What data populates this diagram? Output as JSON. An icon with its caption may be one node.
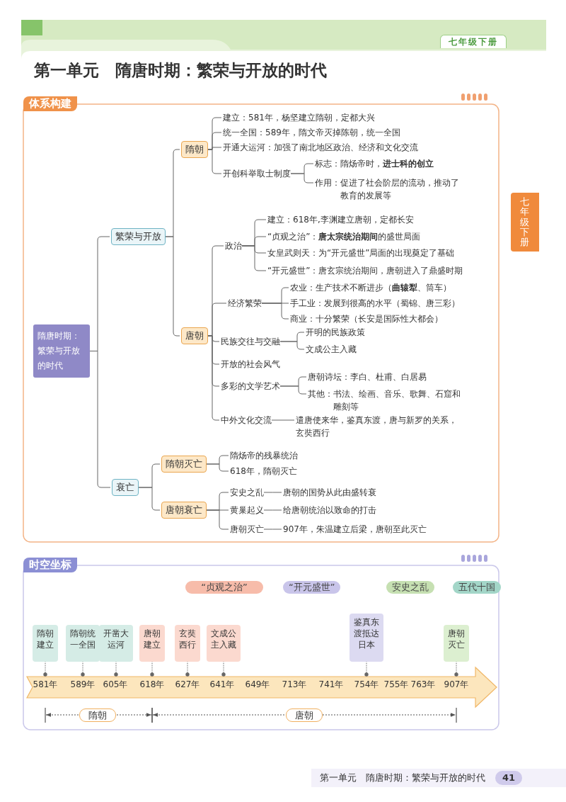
{
  "diagram": {
    "title": "第一单元　隋唐时期：繁荣与开放的时代",
    "nodes": [
      {
        "text": [
          "隋唐时期：繁荣与开放的时代"
        ]
      },
      {
        "text": [
          "繁荣与开放"
        ]
      },
      {
        "text": [
          "衰亡"
        ]
      },
      {
        "text": [
          "隋朝"
        ]
      },
      {
        "text": [
          "唐朝"
        ]
      },
      {
        "text": [
          "建立：581年，杨坚建立隋朝，定都大兴"
        ]
      },
      {
        "text": [
          "统一全国：589年，隋文帝灭掉陈朝，统一全国"
        ]
      },
      {
        "text": [
          "开通大运河：加强了南北地区政治、经济和文化交流"
        ]
      },
      {
        "text": [
          "开创科举取士制度"
        ]
      },
      {
        "text": [
          "标志：隋炀帝时，**进士科的创立**"
        ]
      },
      {
        "text": [
          "作用：促进了社会阶层的流动，推动了教育的发展等"
        ]
      },
      {
        "text": [
          "政治"
        ]
      },
      {
        "text": [
          "建立：618年,李渊建立唐朝，定都长安"
        ]
      },
      {
        "text": [
          "“贞观之治”：**唐太宗统治期间**的盛世局面"
        ]
      },
      {
        "text": [
          "女皇武则天：为“开元盛世”局面的出现奠定了基础"
        ]
      },
      {
        "text": [
          "“开元盛世”：唐玄宗统治期间，唐朝进入了鼎盛时期"
        ]
      },
      {
        "text": [
          "经济繁荣"
        ]
      },
      {
        "text": [
          "农业：生产技术不断进步（**曲辕犁**、筒车）"
        ]
      },
      {
        "text": [
          "手工业：发展到很高的水平（蜀锦、唐三彩）"
        ]
      },
      {
        "text": [
          "商业：十分繁荣（长安是国际性大都会）"
        ]
      },
      {
        "text": [
          "民族交往与交融"
        ]
      },
      {
        "text": [
          "开明的民族政策"
        ]
      },
      {
        "text": [
          "文成公主入藏"
        ]
      },
      {
        "text": [
          "开放的社会风气"
        ]
      },
      {
        "text": [
          "多彩的文学艺术"
        ]
      },
      {
        "text": [
          "唐朝诗坛：李白、杜甫、白居易"
        ]
      },
      {
        "text": [
          "其他：书法、绘画、音乐、歌舞、石窟和雕刻等"
        ]
      },
      {
        "text": [
          "中外文化交流"
        ]
      },
      {
        "text": [
          "遣唐使来华，鉴真东渡，唐与新罗的关系，玄奘西行"
        ]
      },
      {
        "text": [
          "隋朝灭亡"
        ]
      },
      {
        "text": [
          "唐朝衰亡"
        ]
      },
      {
        "text": [
          "隋炀帝的残暴统治"
        ]
      },
      {
        "text": [
          "618年，隋朝灭亡"
        ]
      },
      {
        "text": [
          "安史之乱"
        ]
      },
      {
        "text": [
          "唐朝的国势从此由盛转衰"
        ]
      },
      {
        "text": [
          "黄巢起义"
        ]
      },
      {
        "text": [
          "给唐朝统治以致命的打击"
        ]
      },
      {
        "text": [
          "唐朝灭亡"
        ]
      },
      {
        "text": [
          "907年，朱温建立后梁，唐朝至此灭亡"
        ]
      },
      {
        "text": [
          "隋朝建立"
        ]
      },
      {
        "text": [
          "隋朝统一全国"
        ]
      },
      {
        "text": [
          "开凿大运河"
        ]
      },
      {
        "text": [
          "唐朝建立"
        ]
      },
      {
        "text": [
          "玄奘西行"
        ]
      },
      {
        "text": [
          "文成公主入藏"
        ]
      },
      {
        "text": [
          "鉴真东渡抵达日本"
        ]
      },
      {
        "text": [
          "唐朝灭亡"
        ]
      },
      {
        "text": [
          "“贞观之治”"
        ]
      },
      {
        "text": [
          "“开元盛世”"
        ]
      },
      {
        "text": [
          "安史之乱"
        ]
      },
      {
        "text": [
          "五代十国"
        ]
      },
      {
        "text": [
          "隋朝"
        ]
      },
      {
        "text": [
          "唐朝"
        ]
      },
      {
        "text": [
          "581年"
        ]
      },
      {
        "text": [
          "589年"
        ]
      },
      {
        "text": [
          "605年"
        ]
      },
      {
        "text": [
          "618年"
        ]
      },
      {
        "text": [
          "627年"
        ]
      },
      {
        "text": [
          "641年"
        ]
      },
      {
        "text": [
          "649年"
        ]
      },
      {
        "text": [
          "713年"
        ]
      },
      {
        "text": [
          "741年"
        ]
      },
      {
        "text": [
          "754年"
        ]
      },
      {
        "text": [
          "755年"
        ]
      },
      {
        "text": [
          "763年"
        ]
      },
      {
        "text": [
          "907年"
        ]
      }
    ],
    "edges": [
      {
        "from": 0,
        "to": 1,
        "arrow": "none"
      },
      {
        "from": 0,
        "to": 2,
        "arrow": "none"
      },
      {
        "from": 1,
        "to": 3,
        "arrow": "none"
      },
      {
        "from": 1,
        "to": 4,
        "arrow": "none"
      },
      {
        "from": 3,
        "to": 5,
        "arrow": "none"
      },
      {
        "from": 3,
        "to": 6,
        "arrow": "none"
      },
      {
        "from": 3,
        "to": 7,
        "arrow": "none"
      },
      {
        "from": 3,
        "to": 8,
        "arrow": "none"
      },
      {
        "from": 8,
        "to": 9,
        "arrow": "none"
      },
      {
        "from": 8,
        "to": 10,
        "arrow": "none"
      },
      {
        "from": 4,
        "to": 11,
        "arrow": "none"
      },
      {
        "from": 4,
        "to": 16,
        "arrow": "none"
      },
      {
        "from": 4,
        "to": 20,
        "arrow": "none"
      },
      {
        "from": 4,
        "to": 23,
        "arrow": "none"
      },
      {
        "from": 4,
        "to": 24,
        "arrow": "none"
      },
      {
        "from": 4,
        "to": 27,
        "arrow": "none"
      },
      {
        "from": 11,
        "to": 12,
        "arrow": "none"
      },
      {
        "from": 11,
        "to": 13,
        "arrow": "none"
      },
      {
        "from": 11,
        "to": 14,
        "arrow": "none"
      },
      {
        "from": 11,
        "to": 15,
        "arrow": "none"
      },
      {
        "from": 16,
        "to": 17,
        "arrow": "none"
      },
      {
        "from": 16,
        "to": 18,
        "arrow": "none"
      },
      {
        "from": 16,
        "to": 19,
        "arrow": "none"
      },
      {
        "from": 20,
        "to": 21,
        "arrow": "none"
      },
      {
        "from": 20,
        "to": 22,
        "arrow": "none"
      },
      {
        "from": 24,
        "to": 25,
        "arrow": "none"
      },
      {
        "from": 24,
        "to": 26,
        "arrow": "none"
      },
      {
        "from": 27,
        "to": 28,
        "arrow": "none"
      },
      {
        "from": 2,
        "to": 29,
        "arrow": "none"
      },
      {
        "from": 2,
        "to": 30,
        "arrow": "none"
      },
      {
        "from": 29,
        "to": 31,
        "arrow": "none"
      },
      {
        "from": 29,
        "to": 32,
        "arrow": "none"
      },
      {
        "from": 30,
        "to": 33,
        "arrow": "none"
      },
      {
        "from": 30,
        "to": 35,
        "arrow": "none"
      },
      {
        "from": 30,
        "to": 37,
        "arrow": "none"
      },
      {
        "from": 33,
        "to": 34,
        "arrow": "none"
      },
      {
        "from": 35,
        "to": 36,
        "arrow": "none"
      },
      {
        "from": 37,
        "to": 38,
        "arrow": "none"
      },
      {
        "from": 39,
        "to": 53,
        "arrow": "other",
        "style": "dashed"
      },
      {
        "from": 40,
        "to": 54,
        "arrow": "other",
        "style": "dashed"
      },
      {
        "from": 41,
        "to": 55,
        "arrow": "other",
        "style": "dashed"
      },
      {
        "from": 42,
        "to": 56,
        "arrow": "other",
        "style": "dashed"
      },
      {
        "from": 43,
        "to": 57,
        "arrow": "other",
        "style": "dashed"
      },
      {
        "from": 44,
        "to": 58,
        "arrow": "other",
        "style": "dashed"
      },
      {
        "from": 45,
        "to": 62,
        "arrow": "other",
        "style": "dashed"
      },
      {
        "from": 46,
        "to": 65,
        "arrow": "other",
        "style": "dashed"
      }
    ],
    "labels": [
      "七年级下册",
      "体系构建",
      "七年级下册",
      "时空坐标",
      "第一单元　隋唐时期：繁荣与开放的时代",
      "41"
    ]
  }
}
